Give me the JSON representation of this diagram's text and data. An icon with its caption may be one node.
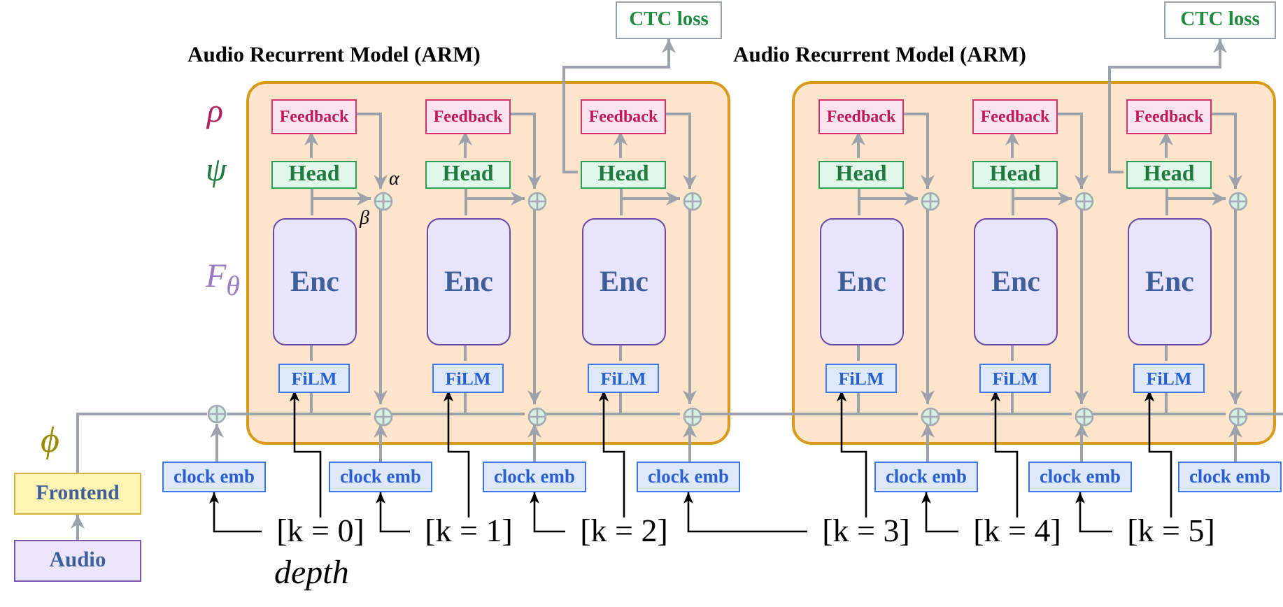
{
  "diagram": {
    "nodes": [
      {
        "text": [
          "CTC loss"
        ]
      },
      {
        "text": [
          "CTC loss"
        ]
      },
      {
        "text": [
          "Audio Recurrent Model (ARM)"
        ]
      },
      {
        "text": [
          "Feedback"
        ],
        "in": 2
      },
      {
        "text": [
          "Head"
        ],
        "in": 2
      },
      {
        "text": [],
        "shape": "circle",
        "in": 2
      },
      {
        "text": [
          "Enc"
        ],
        "in": 2
      },
      {
        "text": [
          "FiLM"
        ],
        "in": 2
      },
      {
        "text": [],
        "shape": "circle",
        "in": 2
      },
      {
        "text": [
          "Feedback"
        ],
        "in": 2
      },
      {
        "text": [
          "Head"
        ],
        "in": 2
      },
      {
        "text": [],
        "shape": "circle",
        "in": 2
      },
      {
        "text": [
          "Enc"
        ],
        "in": 2
      },
      {
        "text": [
          "FiLM"
        ],
        "in": 2
      },
      {
        "text": [],
        "shape": "circle",
        "in": 2
      },
      {
        "text": [
          "Feedback"
        ],
        "in": 2
      },
      {
        "text": [
          "Head"
        ],
        "in": 2
      },
      {
        "text": [],
        "shape": "circle",
        "in": 2
      },
      {
        "text": [
          "Enc"
        ],
        "in": 2
      },
      {
        "text": [
          "FiLM"
        ],
        "in": 2
      },
      {
        "text": [],
        "shape": "circle",
        "in": 2
      },
      {
        "text": [
          "Audio Recurrent Model (ARM)"
        ]
      },
      {
        "text": [
          "Feedback"
        ],
        "in": 21
      },
      {
        "text": [
          "Head"
        ],
        "in": 21
      },
      {
        "text": [],
        "shape": "circle",
        "in": 21
      },
      {
        "text": [
          "Enc"
        ],
        "in": 21
      },
      {
        "text": [
          "FiLM"
        ],
        "in": 21
      },
      {
        "text": [],
        "shape": "circle",
        "in": 21
      },
      {
        "text": [
          "Feedback"
        ],
        "in": 21
      },
      {
        "text": [
          "Head"
        ],
        "in": 21
      },
      {
        "text": [],
        "shape": "circle",
        "in": 21
      },
      {
        "text": [
          "Enc"
        ],
        "in": 21
      },
      {
        "text": [
          "FiLM"
        ],
        "in": 21
      },
      {
        "text": [],
        "shape": "circle",
        "in": 21
      },
      {
        "text": [
          "Feedback"
        ],
        "in": 21
      },
      {
        "text": [
          "Head"
        ],
        "in": 21
      },
      {
        "text": [],
        "shape": "circle",
        "in": 21
      },
      {
        "text": [
          "Enc"
        ],
        "in": 21
      },
      {
        "text": [
          "FiLM"
        ],
        "in": 21
      },
      {
        "text": [],
        "shape": "circle",
        "in": 21
      },
      {
        "text": [],
        "shape": "circle"
      },
      {
        "text": [
          "Frontend"
        ]
      },
      {
        "text": [
          "Audio"
        ]
      },
      {
        "text": [
          "clock emb"
        ]
      },
      {
        "text": [
          "clock emb"
        ]
      },
      {
        "text": [
          "clock emb"
        ]
      },
      {
        "text": [
          "clock emb"
        ]
      },
      {
        "text": [
          "clock emb"
        ]
      },
      {
        "text": [
          "clock emb"
        ]
      },
      {
        "text": [
          "clock emb"
        ]
      },
      {
        "text": [
          "[k = 0]"
        ]
      },
      {
        "text": [
          "[k = 1]"
        ]
      },
      {
        "text": [
          "[k = 2]"
        ]
      },
      {
        "text": [
          "[k = 3]"
        ]
      },
      {
        "text": [
          "[k = 4]"
        ]
      },
      {
        "text": [
          "[k = 5]"
        ]
      }
    ],
    "edges": [
      {
        "from": 42,
        "to": 41,
        "arrow": "to"
      },
      {
        "from": 41,
        "to": 40,
        "arrow": "none"
      },
      {
        "from": 43,
        "to": 40,
        "arrow": "to"
      },
      {
        "from": 40,
        "to": 7,
        "arrow": "none"
      },
      {
        "from": 40,
        "to": 8,
        "arrow": "none"
      },
      {
        "from": 7,
        "to": 6,
        "arrow": "none"
      },
      {
        "from": 6,
        "to": 4,
        "arrow": "none"
      },
      {
        "from": 6,
        "to": 5,
        "arrow": "to"
      },
      {
        "from": 4,
        "to": 3,
        "arrow": "to"
      },
      {
        "from": 3,
        "to": 5,
        "arrow": "to"
      },
      {
        "from": 5,
        "to": 8,
        "arrow": "to"
      },
      {
        "from": 44,
        "to": 8,
        "arrow": "to"
      },
      {
        "from": 8,
        "to": 13,
        "arrow": "none"
      },
      {
        "from": 8,
        "to": 14,
        "arrow": "none"
      },
      {
        "from": 13,
        "to": 12,
        "arrow": "none"
      },
      {
        "from": 12,
        "to": 10,
        "arrow": "none"
      },
      {
        "from": 12,
        "to": 11,
        "arrow": "to"
      },
      {
        "from": 10,
        "to": 9,
        "arrow": "to"
      },
      {
        "from": 9,
        "to": 11,
        "arrow": "to"
      },
      {
        "from": 11,
        "to": 14,
        "arrow": "to"
      },
      {
        "from": 45,
        "to": 14,
        "arrow": "to"
      },
      {
        "from": 14,
        "to": 19,
        "arrow": "none"
      },
      {
        "from": 14,
        "to": 20,
        "arrow": "none"
      },
      {
        "from": 19,
        "to": 18,
        "arrow": "none"
      },
      {
        "from": 18,
        "to": 16,
        "arrow": "none"
      },
      {
        "from": 18,
        "to": 17,
        "arrow": "to"
      },
      {
        "from": 16,
        "to": 15,
        "arrow": "to"
      },
      {
        "from": 15,
        "to": 17,
        "arrow": "to"
      },
      {
        "from": 17,
        "to": 20,
        "arrow": "to"
      },
      {
        "from": 46,
        "to": 20,
        "arrow": "to"
      },
      {
        "from": 16,
        "to": 0,
        "arrow": "to"
      },
      {
        "from": 20,
        "to": 26,
        "arrow": "none"
      },
      {
        "from": 20,
        "to": 27,
        "arrow": "none"
      },
      {
        "from": 26,
        "to": 25,
        "arrow": "none"
      },
      {
        "from": 25,
        "to": 23,
        "arrow": "none"
      },
      {
        "from": 25,
        "to": 24,
        "arrow": "to"
      },
      {
        "from": 23,
        "to": 22,
        "arrow": "to"
      },
      {
        "from": 22,
        "to": 24,
        "arrow": "to"
      },
      {
        "from": 24,
        "to": 27,
        "arrow": "to"
      },
      {
        "from": 47,
        "to": 27,
        "arrow": "to"
      },
      {
        "from": 27,
        "to": 32,
        "arrow": "none"
      },
      {
        "from": 27,
        "to": 33,
        "arrow": "none"
      },
      {
        "from": 32,
        "to": 31,
        "arrow": "none"
      },
      {
        "from": 31,
        "to": 29,
        "arrow": "none"
      },
      {
        "from": 31,
        "to": 30,
        "arrow": "to"
      },
      {
        "from": 29,
        "to": 28,
        "arrow": "to"
      },
      {
        "from": 28,
        "to": 30,
        "arrow": "to"
      },
      {
        "from": 30,
        "to": 33,
        "arrow": "to"
      },
      {
        "from": 48,
        "to": 33,
        "arrow": "to"
      },
      {
        "from": 33,
        "to": 38,
        "arrow": "none"
      },
      {
        "from": 33,
        "to": 39,
        "arrow": "none"
      },
      {
        "from": 38,
        "to": 37,
        "arrow": "none"
      },
      {
        "from": 37,
        "to": 35,
        "arrow": "none"
      },
      {
        "from": 37,
        "to": 36,
        "arrow": "to"
      },
      {
        "from": 35,
        "to": 34,
        "arrow": "to"
      },
      {
        "from": 34,
        "to": 36,
        "arrow": "to"
      },
      {
        "from": 36,
        "to": 39,
        "arrow": "to"
      },
      {
        "from": 49,
        "to": 39,
        "arrow": "to"
      },
      {
        "from": 35,
        "to": 1,
        "arrow": "to"
      },
      {
        "from": 39,
        "to": null,
        "arrow": "none"
      },
      {
        "from": 50,
        "to": 43,
        "arrow": "to",
        "color": "#000000"
      },
      {
        "from": 50,
        "to": 7,
        "arrow": "to",
        "color": "#000000"
      },
      {
        "from": 51,
        "to": 44,
        "arrow": "to",
        "color": "#000000"
      },
      {
        "from": 51,
        "to": 13,
        "arrow": "to",
        "color": "#000000"
      },
      {
        "from": 52,
        "to": 45,
        "arrow": "to",
        "color": "#000000"
      },
      {
        "from": 52,
        "to": 19,
        "arrow": "to",
        "color": "#000000"
      },
      {
        "from": 53,
        "to": 46,
        "arrow": "to",
        "color": "#000000"
      },
      {
        "from": 53,
        "to": 26,
        "arrow": "to",
        "color": "#000000"
      },
      {
        "from": 54,
        "to": 47,
        "arrow": "to",
        "color": "#000000"
      },
      {
        "from": 54,
        "to": 32,
        "arrow": "to",
        "color": "#000000"
      },
      {
        "from": 55,
        "to": 48,
        "arrow": "to",
        "color": "#000000"
      },
      {
        "from": 55,
        "to": 38,
        "arrow": "to",
        "color": "#000000"
      }
    ],
    "labels": [
      "ρ",
      "ψ",
      "α",
      "β",
      "F$_{θ}$",
      "ϕ",
      "depth"
    ]
  }
}
